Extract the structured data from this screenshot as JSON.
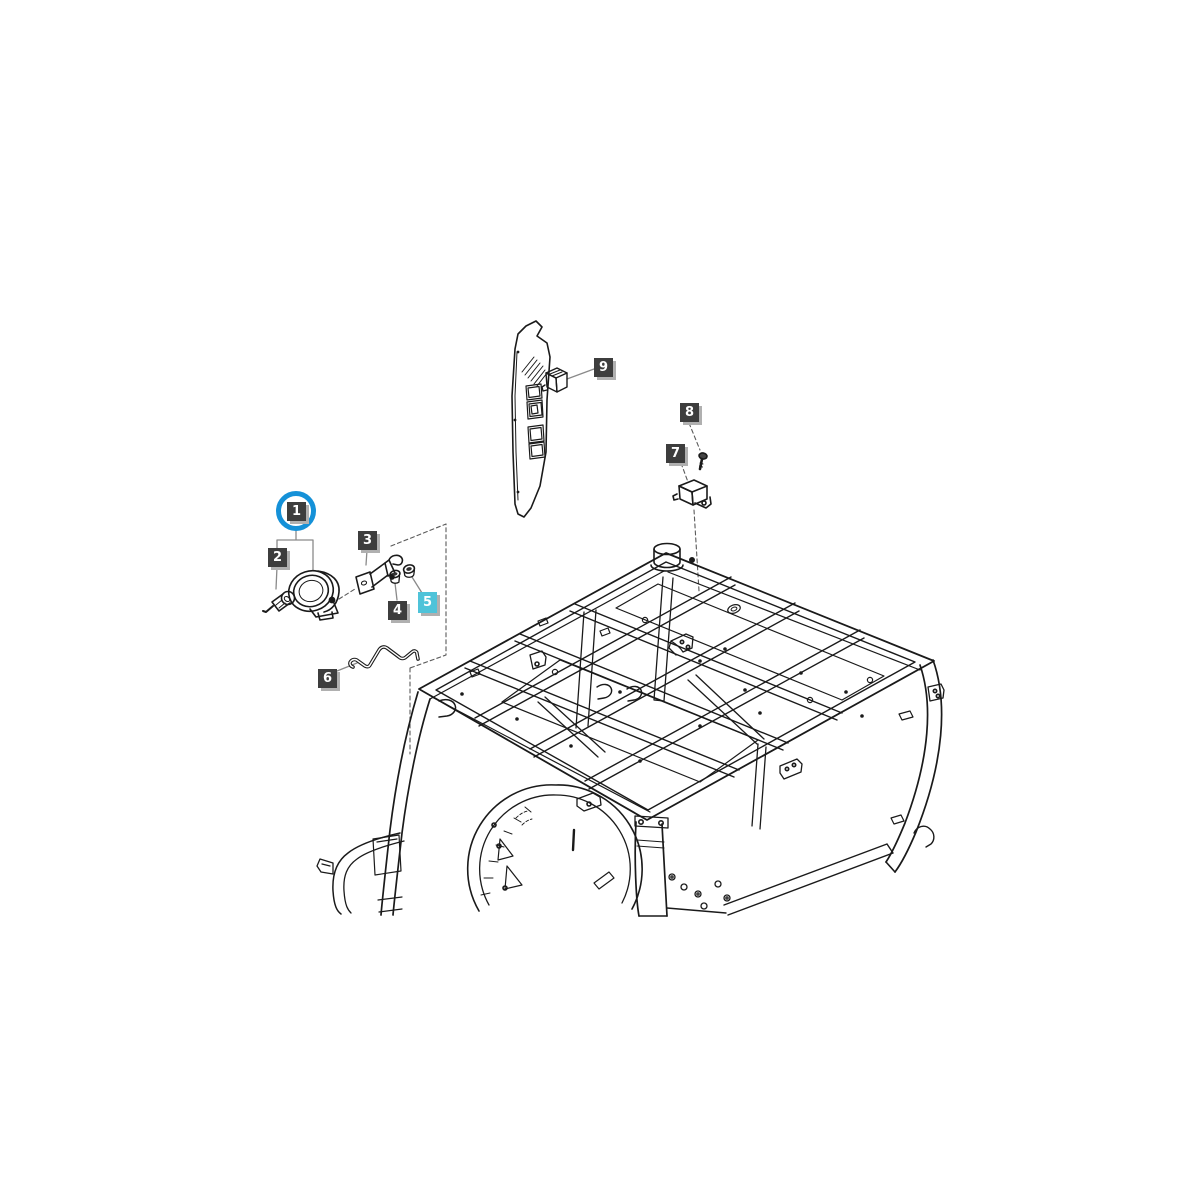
{
  "diagram": {
    "kind": "exploded-parts-diagram",
    "callouts": [
      {
        "number": "1",
        "state": "highlighted-circled"
      },
      {
        "number": "2",
        "state": "default"
      },
      {
        "number": "3",
        "state": "default"
      },
      {
        "number": "4",
        "state": "default"
      },
      {
        "number": "5",
        "state": "selected"
      },
      {
        "number": "6",
        "state": "default"
      },
      {
        "number": "7",
        "state": "default"
      },
      {
        "number": "8",
        "state": "default"
      },
      {
        "number": "9",
        "state": "default"
      }
    ],
    "colors": {
      "background": "#ffffff",
      "line_art": "#1a1a1a",
      "callout_background": "#3d3d3d",
      "callout_text": "#ffffff",
      "callout_shadow": "#b0b0b0",
      "selected_callout_background": "#4fc3d9",
      "highlight_ring": "#1591d8",
      "leader_line": "#8a8a8a",
      "dashed_line": "#5a5a5a"
    }
  }
}
